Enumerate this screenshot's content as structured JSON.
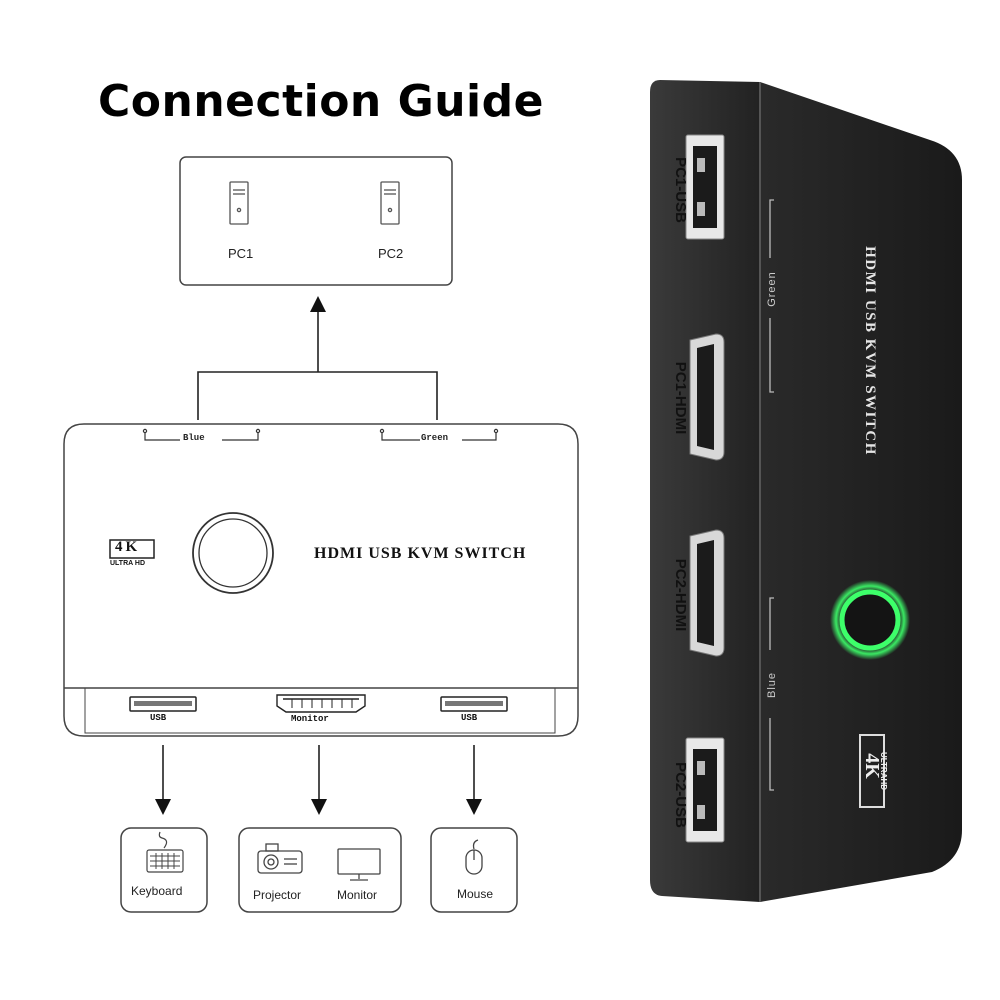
{
  "title": "Connection Guide",
  "pcs": {
    "pc1": "PC1",
    "pc2": "PC2"
  },
  "switch_top": {
    "blue": "Blue",
    "green": "Green"
  },
  "badge": {
    "big": "4K",
    "small": "ULTRA HD"
  },
  "switch_name": "HDMI USB KVM SWITCH",
  "ports": {
    "usb_left": "USB",
    "hdmi": "Monitor",
    "usb_right": "USB"
  },
  "devices": {
    "keyboard": "Keyboard",
    "projector": "Projector",
    "monitor": "Monitor",
    "mouse": "Mouse"
  },
  "product": {
    "pc1_usb": "PC1-USB",
    "pc1_hdmi": "PC1-HDMI",
    "pc2_hdmi": "PC2-HDMI",
    "pc2_usb": "PC2-USB",
    "green": "Green",
    "blue": "Blue",
    "name": "HDMI USB KVM SWITCH",
    "badge_big": "4K",
    "badge_small": "ULTRAHD"
  },
  "colors": {
    "body": "#1f1f1f",
    "glow": "#3dff6a",
    "line": "#333333"
  }
}
